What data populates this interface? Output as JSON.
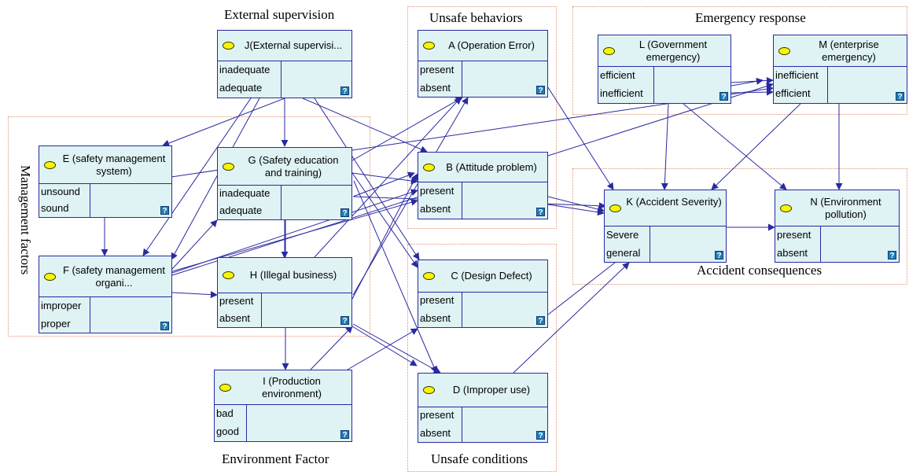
{
  "groups": {
    "external_supervision": "External supervision",
    "unsafe_behaviors": "Unsafe behaviors",
    "emergency_response": "Emergency response",
    "management_factors": "Management factors",
    "accident_consequences": "Accident consequences",
    "environment_factor": "Environment Factor",
    "unsafe_conditions": "Unsafe conditions"
  },
  "nodes": {
    "J": {
      "title": "J(External supervisi...",
      "states": [
        "inadequate",
        "adequate"
      ]
    },
    "A": {
      "title": "A (Operation Error)",
      "states": [
        "present",
        "absent"
      ]
    },
    "L": {
      "title": "L (Government emergency)",
      "states": [
        "efficient",
        "inefficient"
      ]
    },
    "M": {
      "title": "M (enterprise emergency)",
      "states": [
        "inefficient",
        "efficient"
      ]
    },
    "E": {
      "title": "E (safety management system)",
      "states": [
        "unsound",
        "sound"
      ]
    },
    "G": {
      "title": "G (Safety education and training)",
      "states": [
        "inadequate",
        "adequate"
      ]
    },
    "B": {
      "title": "B (Attitude problem)",
      "states": [
        "present",
        "absent"
      ]
    },
    "K": {
      "title": "K (Accident Severity)",
      "states": [
        "Severe",
        "general"
      ]
    },
    "N": {
      "title": "N (Environment pollution)",
      "states": [
        "present",
        "absent"
      ]
    },
    "F": {
      "title": "F (safety management organi...",
      "states": [
        "improper",
        "proper"
      ]
    },
    "H": {
      "title": "H (Illegal business)",
      "states": [
        "present",
        "absent"
      ]
    },
    "C": {
      "title": "C (Design Defect)",
      "states": [
        "present",
        "absent"
      ]
    },
    "I": {
      "title": "I (Production environment)",
      "states": [
        "bad",
        "good"
      ]
    },
    "D": {
      "title": "D (Improper use)",
      "states": [
        "present",
        "absent"
      ]
    }
  },
  "question_mark": "?",
  "colors": {
    "node_fill": "#dff2f4",
    "node_border": "#2a2aa0",
    "edge": "#2a2aa0",
    "dot": "#f6f600",
    "group_border": "#e09070",
    "question_icon": "#1e7fb8"
  }
}
